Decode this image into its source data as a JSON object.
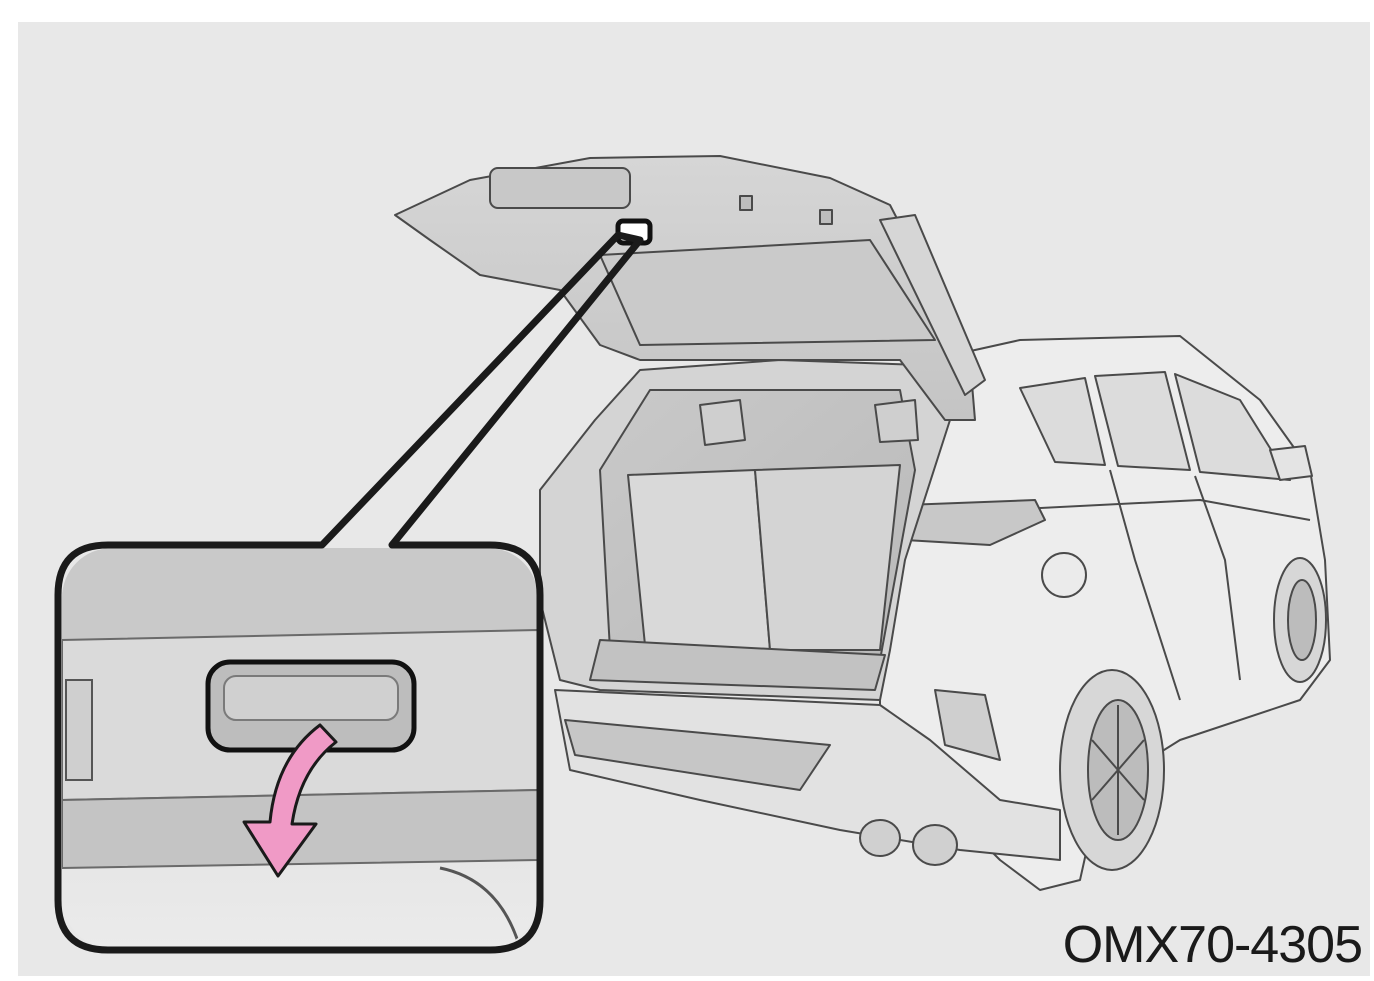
{
  "figure": {
    "code": "OMX70-4305",
    "subject": "vehicle-rear-open-liftgate",
    "detail": "liftgate-inner-pull-handle",
    "arrow_icon": "pull-down-arrow-icon",
    "colors": {
      "background": "#e8e8e8",
      "line": "#4a4a4a",
      "arrow": "#f09ac6",
      "frame": "#1a1a1a"
    }
  }
}
